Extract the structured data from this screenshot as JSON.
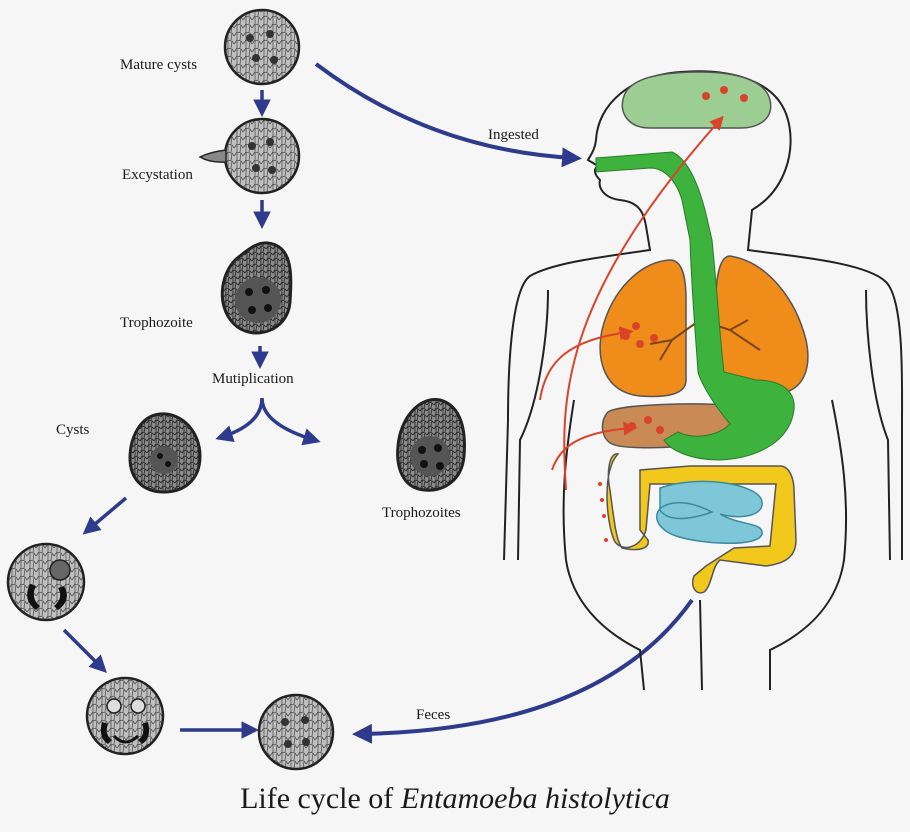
{
  "labels": {
    "mature_cysts": "Mature cysts",
    "excystation": "Excystation",
    "trophozoite": "Trophozoite",
    "multiplication": "Mutiplication",
    "cysts": "Cysts",
    "trophozoites": "Trophozoites",
    "ingested": "Ingested",
    "feces": "Feces"
  },
  "caption": {
    "prefix": "Life cycle of ",
    "species": "Entamoeba histolytica"
  },
  "colors": {
    "arrow": "#2e3a8c",
    "brain": "#9ccd92",
    "lung": "#f08c1a",
    "liver": "#c98a55",
    "stomach": "#3db33d",
    "large_intestine": "#f2c81c",
    "small_intestine": "#7dc7d9",
    "infection_path": "#d9432a"
  }
}
